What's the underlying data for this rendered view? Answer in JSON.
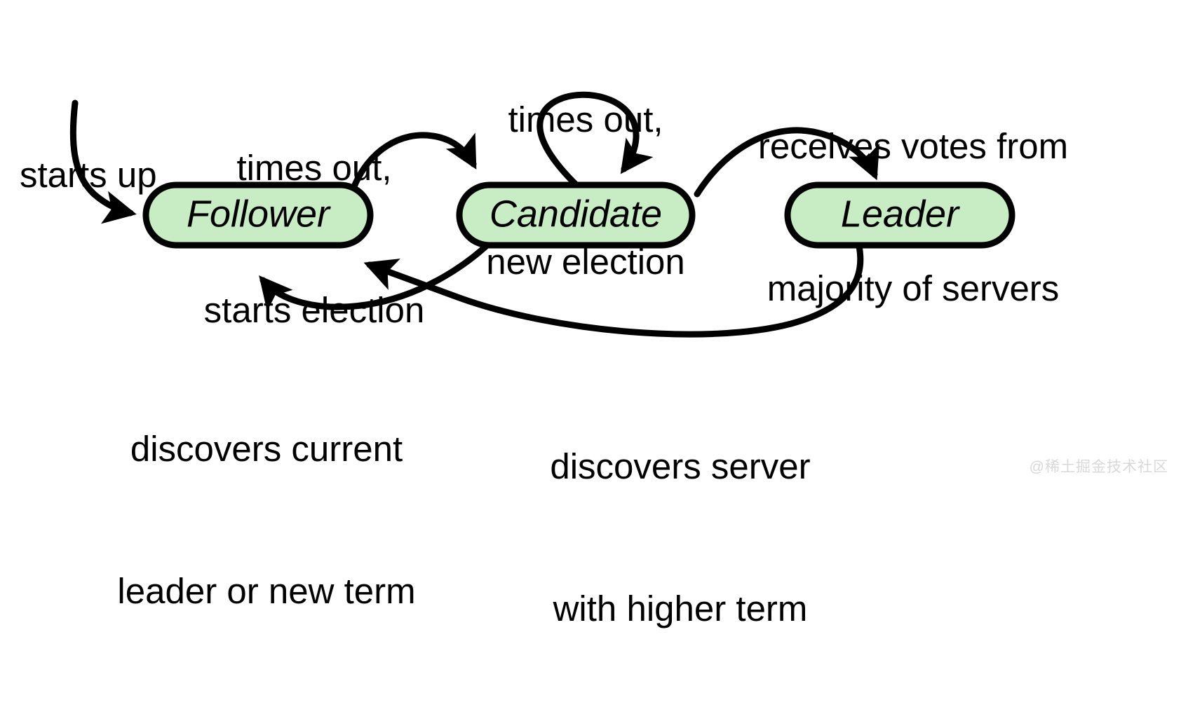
{
  "diagram": {
    "title": "Raft server state transitions",
    "background_color": "#ffffff",
    "node_fill_color": "#c8ecc4",
    "node_stroke_color": "#000000",
    "edge_color": "#000000",
    "nodes": [
      {
        "id": "follower",
        "label": "Follower"
      },
      {
        "id": "candidate",
        "label": "Candidate"
      },
      {
        "id": "leader",
        "label": "Leader"
      }
    ],
    "edges": [
      {
        "id": "start-follower",
        "from": "start",
        "to": "follower",
        "label_line1": "starts up",
        "label_line2": ""
      },
      {
        "id": "follower-candidate",
        "from": "follower",
        "to": "candidate",
        "label_line1": "times out,",
        "label_line2": "starts election"
      },
      {
        "id": "candidate-candidate",
        "from": "candidate",
        "to": "candidate",
        "label_line1": "times out,",
        "label_line2": "new election"
      },
      {
        "id": "candidate-leader",
        "from": "candidate",
        "to": "leader",
        "label_line1": "receives votes from",
        "label_line2": "majority of servers"
      },
      {
        "id": "candidate-follower",
        "from": "candidate",
        "to": "follower",
        "label_line1": "discovers current",
        "label_line2": "leader or new term"
      },
      {
        "id": "leader-follower",
        "from": "leader",
        "to": "follower",
        "label_line1": "discovers server",
        "label_line2": "with higher term"
      }
    ]
  },
  "watermark": {
    "text": "@稀土掘金技术社区"
  }
}
